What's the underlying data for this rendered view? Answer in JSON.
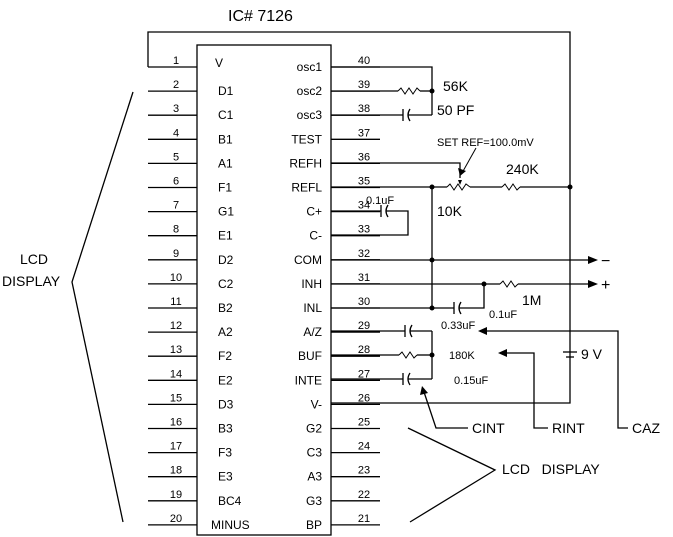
{
  "title": "IC# 7126",
  "ic_center_label": "V",
  "left_pins": [
    {
      "num": "1",
      "label": ""
    },
    {
      "num": "2",
      "label": "D1"
    },
    {
      "num": "3",
      "label": "C1"
    },
    {
      "num": "4",
      "label": "B1"
    },
    {
      "num": "5",
      "label": "A1"
    },
    {
      "num": "6",
      "label": "F1"
    },
    {
      "num": "7",
      "label": "G1"
    },
    {
      "num": "8",
      "label": "E1"
    },
    {
      "num": "9",
      "label": "D2"
    },
    {
      "num": "10",
      "label": "C2"
    },
    {
      "num": "11",
      "label": "B2"
    },
    {
      "num": "12",
      "label": "A2"
    },
    {
      "num": "13",
      "label": "F2"
    },
    {
      "num": "14",
      "label": "E2"
    },
    {
      "num": "15",
      "label": "D3"
    },
    {
      "num": "16",
      "label": "B3"
    },
    {
      "num": "17",
      "label": "F3"
    },
    {
      "num": "18",
      "label": "E3"
    },
    {
      "num": "19",
      "label": "BC4"
    },
    {
      "num": "20",
      "label": "MINUS"
    }
  ],
  "right_pins": [
    {
      "num": "40",
      "label": "osc1"
    },
    {
      "num": "39",
      "label": "osc2"
    },
    {
      "num": "38",
      "label": "osc3"
    },
    {
      "num": "37",
      "label": "TEST"
    },
    {
      "num": "36",
      "label": "REFH"
    },
    {
      "num": "35",
      "label": "REFL"
    },
    {
      "num": "34",
      "label": "C+"
    },
    {
      "num": "33",
      "label": "C-"
    },
    {
      "num": "32",
      "label": "COM"
    },
    {
      "num": "31",
      "label": "INH"
    },
    {
      "num": "30",
      "label": "INL"
    },
    {
      "num": "29",
      "label": "A/Z"
    },
    {
      "num": "28",
      "label": "BUF"
    },
    {
      "num": "27",
      "label": "INTE"
    },
    {
      "num": "26",
      "label": "V-"
    },
    {
      "num": "25",
      "label": "G2"
    },
    {
      "num": "24",
      "label": "C3"
    },
    {
      "num": "23",
      "label": "A3"
    },
    {
      "num": "22",
      "label": "G3"
    },
    {
      "num": "21",
      "label": "BP"
    }
  ],
  "components": {
    "r_osc": "56K",
    "c_osc": "50 PF",
    "set_ref": "SET REF=100.0mV",
    "r_ref": "240K",
    "pot": "10K",
    "c_ref": "0.1uF",
    "c_inl": "0.1uF",
    "r_in": "1M",
    "c_az": "0.33uF",
    "r_int": "180K",
    "c_int": "0.15uF",
    "battery": "9 V"
  },
  "terminals": {
    "minus": "−",
    "plus": "+"
  },
  "callouts": {
    "cint": "CINT",
    "rint": "RINT",
    "caz": "CAZ"
  },
  "lcd_left_line1": "LCD",
  "lcd_left_line2": "DISPLAY",
  "lcd_right": "LCD   DISPLAY"
}
